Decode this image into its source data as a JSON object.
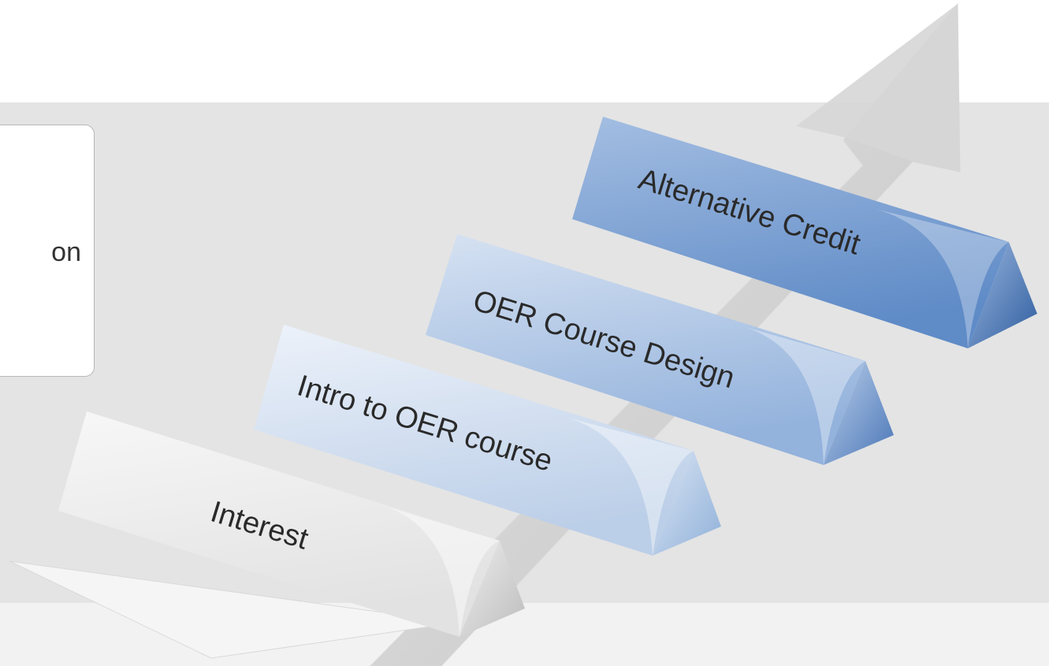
{
  "colors": {
    "background_top": "#ffffff",
    "background_middle": "#e4e4e4",
    "background_bottom": "#f2f2f2",
    "arrow": "#cfcfcf",
    "step_light": "#ececec",
    "step_pale_blue": "#c9d8ec",
    "step_mid_blue": "#a9c1e1",
    "step_strong_blue": "#6e96cd",
    "text": "#333333"
  },
  "info_box": {
    "text": "on"
  },
  "pathway": {
    "direction_icon": "arrow-up-right-icon",
    "steps": [
      {
        "label": "Interest"
      },
      {
        "label": "Intro to OER course"
      },
      {
        "label": "OER Course Design"
      },
      {
        "label": "Alternative Credit"
      }
    ]
  }
}
